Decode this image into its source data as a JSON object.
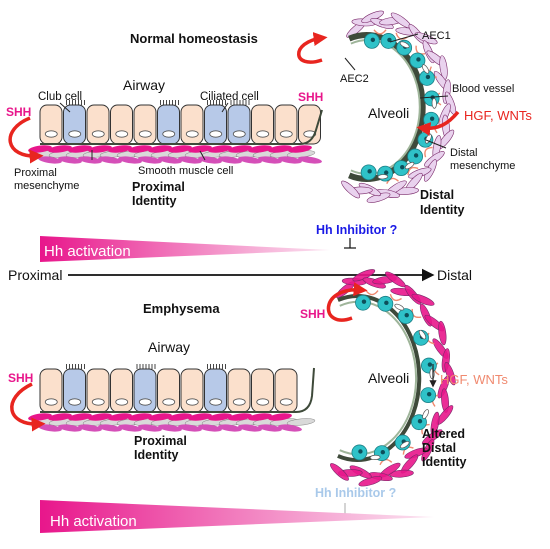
{
  "top": {
    "title": "Normal homeostasis",
    "airway": "Airway",
    "club_cell": "Club cell",
    "ciliated_cell": "Ciliated cell",
    "shh_left": "SHH",
    "shh_alveoli": "SHH",
    "proximal_mesenchyme_line1": "Proximal",
    "proximal_mesenchyme_line2": "mesenchyme",
    "smooth_muscle_cell": "Smooth muscle cell",
    "proximal_identity_line1": "Proximal",
    "proximal_identity_line2": "Identity",
    "aec1": "AEC1",
    "aec2": "AEC2",
    "blood_vessel": "Blood vessel",
    "alveoli": "Alveoli",
    "hgf_wnts": "HGF, WNTs",
    "distal_mesenchyme_line1": "Distal",
    "distal_mesenchyme_line2": "mesenchyme",
    "distal_identity_line1": "Distal",
    "distal_identity_line2": "Identity",
    "hh_inhibitor": "Hh Inhibitor ?",
    "hh_activation": "Hh activation"
  },
  "axis": {
    "proximal": "Proximal",
    "distal": "Distal"
  },
  "bottom": {
    "title": "Emphysema",
    "airway": "Airway",
    "shh_left": "SHH",
    "shh_alveoli": "SHH",
    "alveoli": "Alveoli",
    "hgf_wnts": "HGF, WNTs",
    "proximal_identity_line1": "Proximal",
    "proximal_identity_line2": "Identity",
    "altered_line1": "Altered",
    "altered_line2": "Distal",
    "altered_line3": "Identity",
    "hh_inhibitor": "Hh Inhibitor ?",
    "hh_activation": "Hh activation"
  },
  "colors": {
    "magenta": "#e8168b",
    "red": "#e8251f",
    "salmon": "#f08a70",
    "club": "#fbe0cc",
    "ciliated": "#b7c9e8",
    "aec2": "#2fc2c8",
    "inhibitor_blue": "#1a1ae6",
    "inhibitor_faded": "#a9c9ea"
  }
}
